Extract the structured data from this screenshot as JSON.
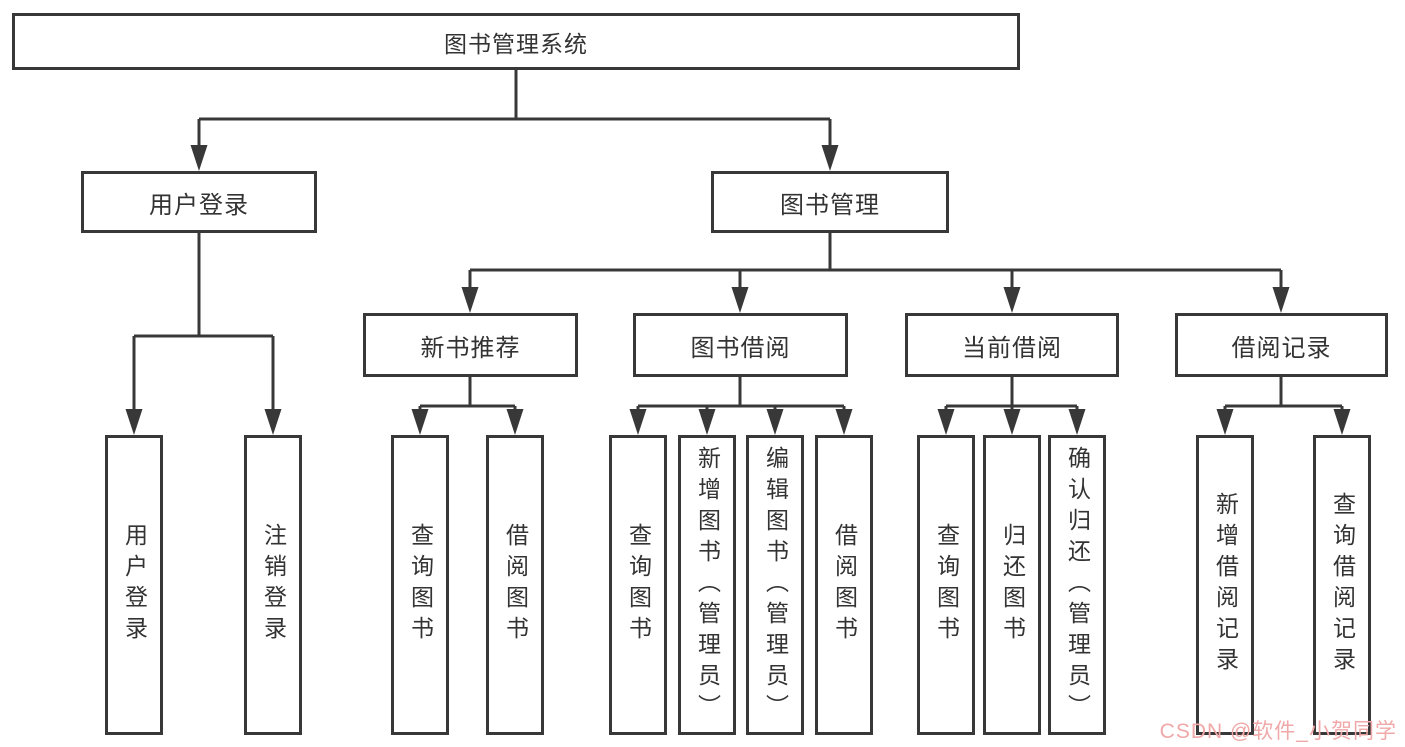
{
  "nodes": {
    "root": "图书管理系统",
    "user_login": "用户登录",
    "book_mgmt": "图书管理",
    "new_book": "新书推荐",
    "book_borrow": "图书借阅",
    "current_borrow": "当前借阅",
    "borrow_record": "借阅记录"
  },
  "leaves": {
    "user_login": [
      "用户登录",
      "注销登录"
    ],
    "new_book": [
      "查询图书",
      "借阅图书"
    ],
    "book_borrow": [
      "查询图书",
      "新增图书（管理员）",
      "编辑图书（管理员）",
      "借阅图书"
    ],
    "current_borrow": [
      "查询图书",
      "归还图书",
      "确认归还（管理员）"
    ],
    "borrow_record": [
      "新增借阅记录",
      "查询借阅记录"
    ]
  },
  "watermark": "CSDN @软件_小贺同学",
  "colors": {
    "line": "#383838",
    "box_border": "#383838",
    "text": "#333333",
    "watermark": "#f0a8a8",
    "background": "#ffffff"
  }
}
